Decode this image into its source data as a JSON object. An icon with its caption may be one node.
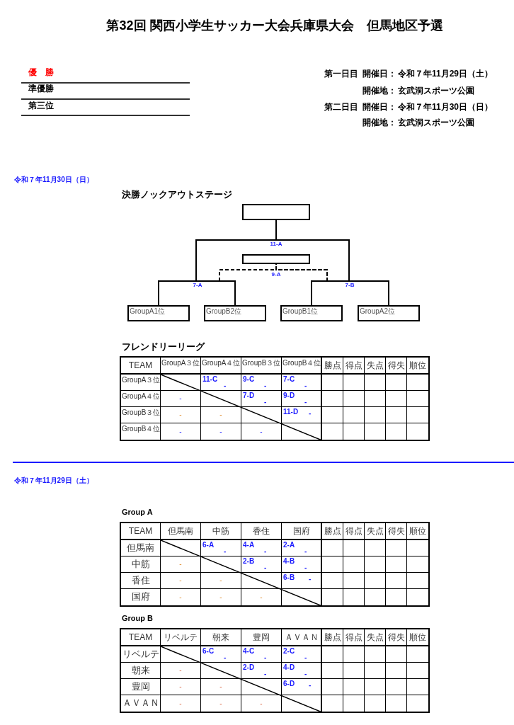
{
  "diagram": {
    "title": "第32回 関西小学生サッカー大会兵庫県大会　但馬地区予選",
    "nodes": [
      {
        "text": [],
        "shape": "box"
      },
      {
        "text": [],
        "shape": "box"
      },
      {
        "text": [
          "GroupA1位"
        ]
      },
      {
        "text": [
          "GroupB2位"
        ]
      },
      {
        "text": [
          "GroupB1位"
        ]
      },
      {
        "text": [
          "GroupA2位"
        ]
      }
    ],
    "edges": [
      {
        "from": 2,
        "to": 0,
        "arrow": "none"
      },
      {
        "from": 3,
        "to": 0,
        "arrow": "none"
      },
      {
        "from": 4,
        "to": 0,
        "arrow": "none"
      },
      {
        "from": 5,
        "to": 0,
        "arrow": "none"
      },
      {
        "from": 2,
        "to": 1,
        "arrow": "none",
        "style": "dashed"
      },
      {
        "from": 3,
        "to": 1,
        "arrow": "none",
        "style": "dashed"
      },
      {
        "from": 4,
        "to": 1,
        "arrow": "none",
        "style": "dashed"
      },
      {
        "from": 5,
        "to": 1,
        "arrow": "none",
        "style": "dashed"
      }
    ],
    "labels": [
      "優　勝",
      "準優勝",
      "第三位",
      "第一日目",
      "開催日：",
      "令和７年11月29日（土）",
      "開催地：",
      "玄武洞スポーツ公園",
      "第二日目",
      "開催日：",
      "令和７年11月30日（日）",
      "開催地：",
      "玄武洞スポーツ公園",
      "令和７年11月30日（日）",
      "決勝ノックアウトステージ",
      "11-A",
      "9-A",
      "7-A",
      "7-B",
      "フレンドリーリーグ",
      "TEAM",
      "GroupA３位",
      "GroupA４位",
      "GroupB３位",
      "GroupB４位",
      "勝点",
      "得点",
      "失点",
      "得失",
      "順位",
      "GroupA３位",
      "11-C",
      "-",
      "9-C",
      "-",
      "7-C",
      "-",
      "GroupA４位",
      "-",
      "7-D",
      "-",
      "9-D",
      "-",
      "GroupB３位",
      "-",
      "-",
      "11-D",
      "-",
      "GroupB４位",
      "-",
      "-",
      "-",
      "令和７年11月29日（土）",
      "Group A",
      "TEAM",
      "但馬南",
      "中筋",
      "香住",
      "国府",
      "勝点",
      "得点",
      "失点",
      "得失",
      "順位",
      "但馬南",
      "6-A",
      "-",
      "4-A",
      "-",
      "2-A",
      "-",
      "中筋",
      "-",
      "2-B",
      "-",
      "4-B",
      "-",
      "香住",
      "-",
      "-",
      "6-B",
      "-",
      "国府",
      "-",
      "-",
      "-",
      "Group B",
      "TEAM",
      "リベルテ",
      "朝来",
      "豊岡",
      "ＡＶＡＮ",
      "勝点",
      "得点",
      "失点",
      "得失",
      "順位",
      "リベルテ",
      "6-C",
      "-",
      "4-C",
      "-",
      "2-C",
      "-",
      "朝来",
      "-",
      "2-D",
      "-",
      "4-D",
      "-",
      "豊岡",
      "-",
      "-",
      "6-D",
      "-",
      "ＡＶＡＮ",
      "-",
      "-",
      "-"
    ]
  }
}
